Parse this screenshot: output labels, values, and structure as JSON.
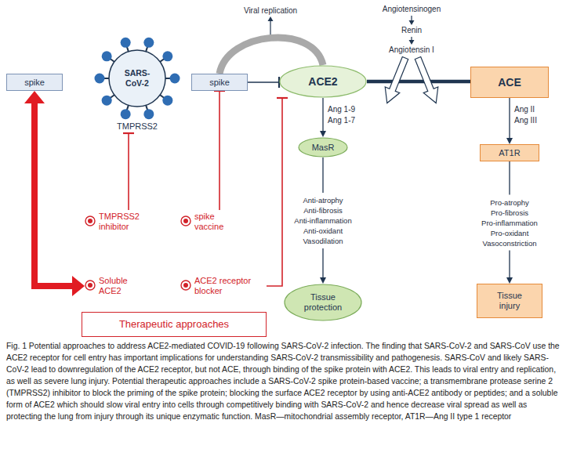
{
  "diagram": {
    "caption": "Fig. 1 Potential approaches to address ACE2-mediated COVID-19 following SARS-CoV-2 infection. The finding that SARS-CoV-2 and SARS-CoV use the ACE2 receptor for cell entry has important implications for understanding SARS-CoV-2 transmissibility and pathogenesis. SARS-CoV and likely SARS-CoV-2 lead to downregulation of the ACE2 receptor, but not ACE, through binding of the spike protein with ACE2. This leads to viral entry and replication, as well as severe lung injury. Potential therapeutic approaches include a SARS-CoV-2 spike protein-based vaccine; a transmembrane protease serine 2 (TMPRSS2) inhibitor to block the priming of the spike protein; blocking the surface ACE2 receptor by using anti-ACE2 antibody or peptides; and a soluble form of ACE2 which should slow viral entry into cells through competitively binding with SARS-CoV-2 and hence decrease viral spread as well as protecting the lung from injury through its unique enzymatic function. MasR—mitochondrial assembly receptor, AT1R—Ang II type 1 receptor",
    "nodes": [
      {
        "text": [
          "spike"
        ]
      },
      {
        "text": [
          "SARS-CoV-2",
          "TMPRSS2"
        ]
      },
      {
        "text": [
          "spike"
        ]
      },
      {
        "text": [
          "ACE2"
        ]
      },
      {
        "text": [
          "ACE"
        ]
      },
      {
        "text": [
          "MasR"
        ]
      },
      {
        "text": [
          "AT1R"
        ]
      },
      {
        "text": [
          "Tissue protection"
        ]
      },
      {
        "text": [
          "Tissue injury"
        ]
      },
      {
        "text": [
          "TMPRSS2 inhibitor"
        ]
      },
      {
        "text": [
          "spike vaccine"
        ]
      },
      {
        "text": [
          "Soluble ACE2"
        ]
      },
      {
        "text": [
          "ACE2 receptor blocker"
        ]
      },
      {
        "text": [
          "Therapeutic approaches"
        ]
      }
    ],
    "edges": [
      {
        "from": 2,
        "to": 3,
        "arrow": "none"
      },
      {
        "from": 2,
        "to": 3,
        "arrow": "to"
      },
      {
        "from": 3,
        "to": 4,
        "arrow": "none"
      },
      {
        "from": 3,
        "to": 5,
        "arrow": "to"
      },
      {
        "from": 5,
        "to": 7,
        "arrow": "to",
        "label": "Anti-atrophy Anti-fibrosis Anti-inflammation Anti-oxidant Vasodilation"
      },
      {
        "from": 4,
        "to": 6,
        "arrow": "to"
      },
      {
        "from": 6,
        "to": 8,
        "arrow": "to",
        "label": "Pro-atrophy Pro-fibrosis Pro-inflammation Pro-oxidant Vasoconstriction"
      },
      {
        "from": 9,
        "to": 1,
        "arrow": "to"
      },
      {
        "from": 10,
        "to": 2,
        "arrow": "to"
      },
      {
        "from": 12,
        "to": 3,
        "arrow": "to"
      },
      {
        "from": 11,
        "to": 0,
        "arrow": "both"
      }
    ],
    "labels": [
      "Viral replication",
      "Angiotensinogen",
      "Renin",
      "Angiotensin I",
      "Ang 1-9",
      "Ang 1-7",
      "Ang II",
      "Ang III"
    ]
  }
}
